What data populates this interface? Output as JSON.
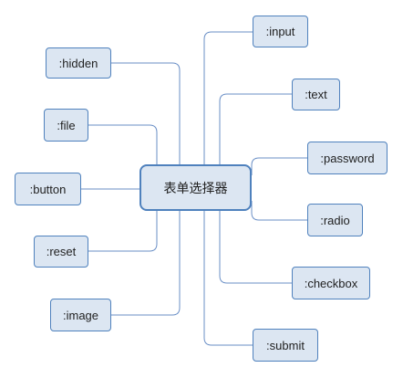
{
  "center": {
    "label": "表单选择器"
  },
  "left_nodes": [
    {
      "label": ":hidden"
    },
    {
      "label": ":file"
    },
    {
      "label": ":button"
    },
    {
      "label": ":reset"
    },
    {
      "label": ":image"
    }
  ],
  "right_nodes": [
    {
      "label": ":input"
    },
    {
      "label": ":text"
    },
    {
      "label": ":password"
    },
    {
      "label": ":radio"
    },
    {
      "label": ":checkbox"
    },
    {
      "label": ":submit"
    }
  ],
  "colors": {
    "node_fill": "#dce6f2",
    "node_border": "#4f81bd",
    "connector": "#6a8fc6"
  }
}
